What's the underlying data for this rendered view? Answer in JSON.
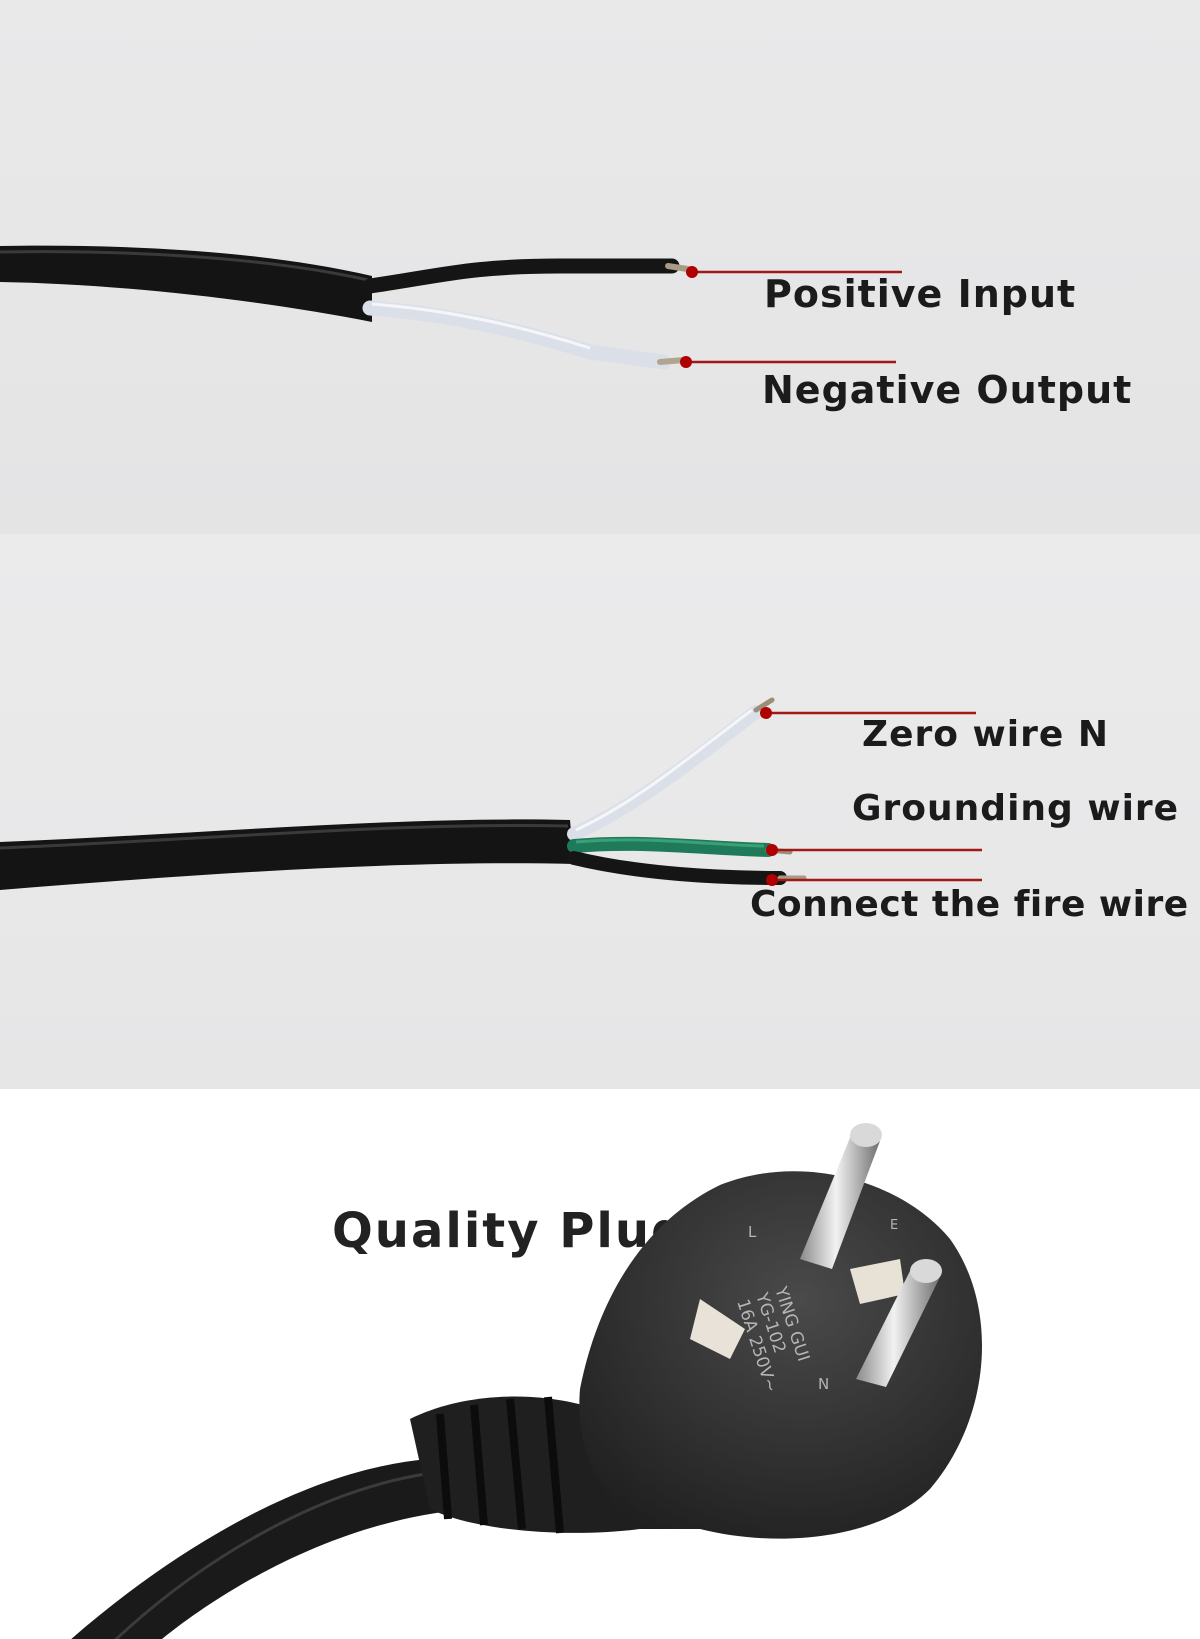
{
  "panels": [
    {
      "id": "two-core",
      "labels": {
        "positive": "Positive Input",
        "negative": "Negative Output"
      }
    },
    {
      "id": "three-core",
      "labels": {
        "zero": "Zero wire N",
        "ground": "Grounding wire",
        "fire": "Connect the fire wire L"
      }
    },
    {
      "id": "plug",
      "title": "Quality Plugs",
      "plug_markings": [
        "YING GUI",
        "YG-102",
        "16A 250V~"
      ],
      "pin_letters": [
        "L",
        "N",
        "E"
      ]
    }
  ],
  "colors": {
    "pointer_line": "#a01818",
    "pointer_dot": "#b00000",
    "cable_black": "#161616",
    "wire_white": "#dde2ea",
    "wire_green": "#1f7a5a"
  }
}
